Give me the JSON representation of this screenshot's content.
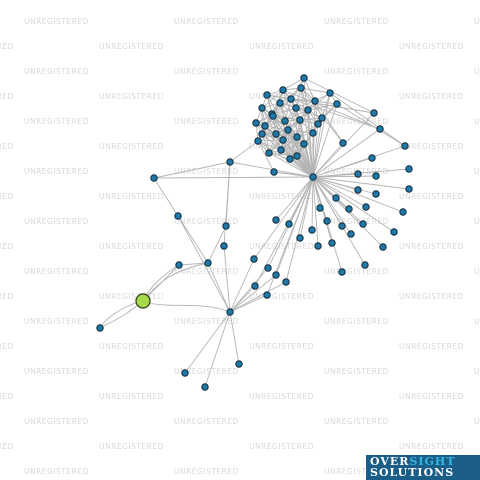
{
  "watermark_text": "UNREGISTERED",
  "logo": {
    "word1_part1": "OVER",
    "word1_part2": "SIGHT",
    "word2": "SOLUTIONS"
  },
  "colors": {
    "node": "#1f79a8",
    "focal_node": "#a6d94a",
    "edge": "#b4b4b4",
    "logo_bg": "#1a5d86",
    "logo_accent": "#35b7e8"
  }
}
